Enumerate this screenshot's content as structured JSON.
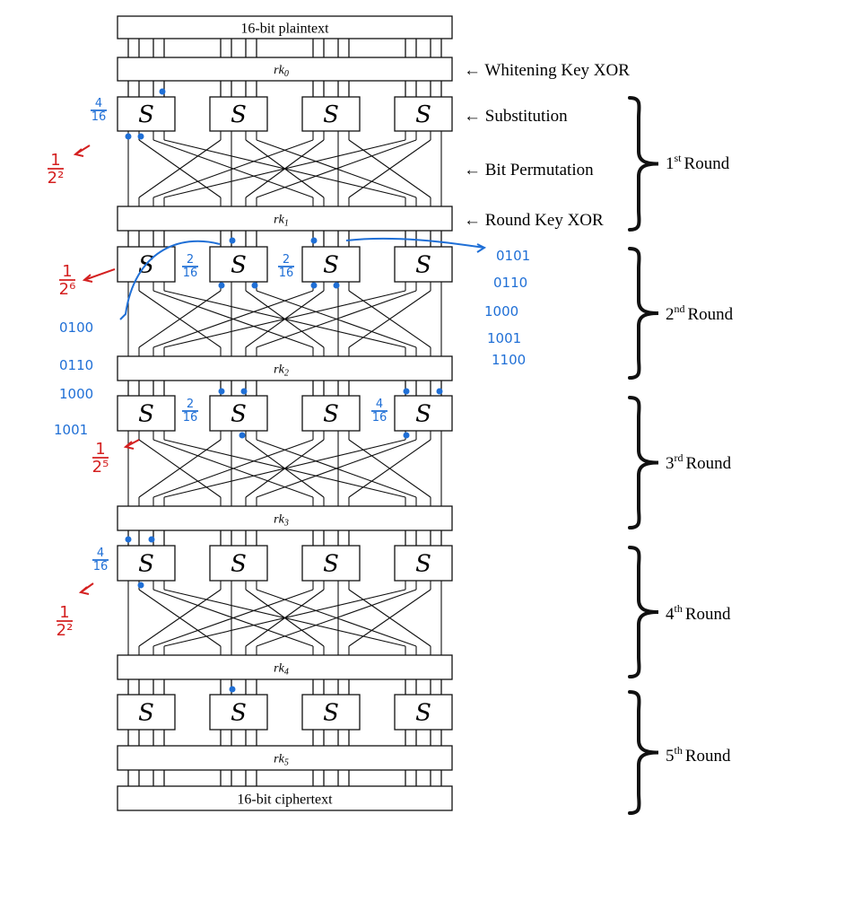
{
  "plaintext_label": "16-bit plaintext",
  "ciphertext_label": "16-bit ciphertext",
  "sbox_label": "S",
  "round_keys": [
    "rk",
    "rk",
    "rk",
    "rk",
    "rk",
    "rk"
  ],
  "round_key_subscripts": [
    "0",
    "1",
    "2",
    "3",
    "4",
    "5"
  ],
  "side_labels": {
    "whitening": "← Whitening Key XOR",
    "substitution": "← Substitution",
    "permutation": "← Bit Permutation",
    "round_key_xor": "← Round Key XOR"
  },
  "rounds": [
    {
      "ordinal": "1",
      "suffix": "st",
      "word": "Round"
    },
    {
      "ordinal": "2",
      "suffix": "nd",
      "word": "Round"
    },
    {
      "ordinal": "3",
      "suffix": "rd",
      "word": "Round"
    },
    {
      "ordinal": "4",
      "suffix": "th",
      "word": "Round"
    },
    {
      "ordinal": "5",
      "suffix": "th",
      "word": "Round"
    }
  ],
  "annotations": {
    "blue_fractions": [
      "4/16",
      "2/16",
      "2/16",
      "2/16",
      "4/16",
      "4/16"
    ],
    "red_probabilities": [
      "1/2²",
      "1/2⁶",
      "1/2⁵",
      "1/2²"
    ],
    "left_bits": [
      "0100",
      "0110",
      "1000",
      "1001"
    ],
    "right_bits": [
      "0101",
      "0110",
      "1000",
      "1001",
      "1100"
    ]
  },
  "colors": {
    "line": "#111111",
    "blue": "#1f6fd6",
    "red": "#d42020"
  }
}
